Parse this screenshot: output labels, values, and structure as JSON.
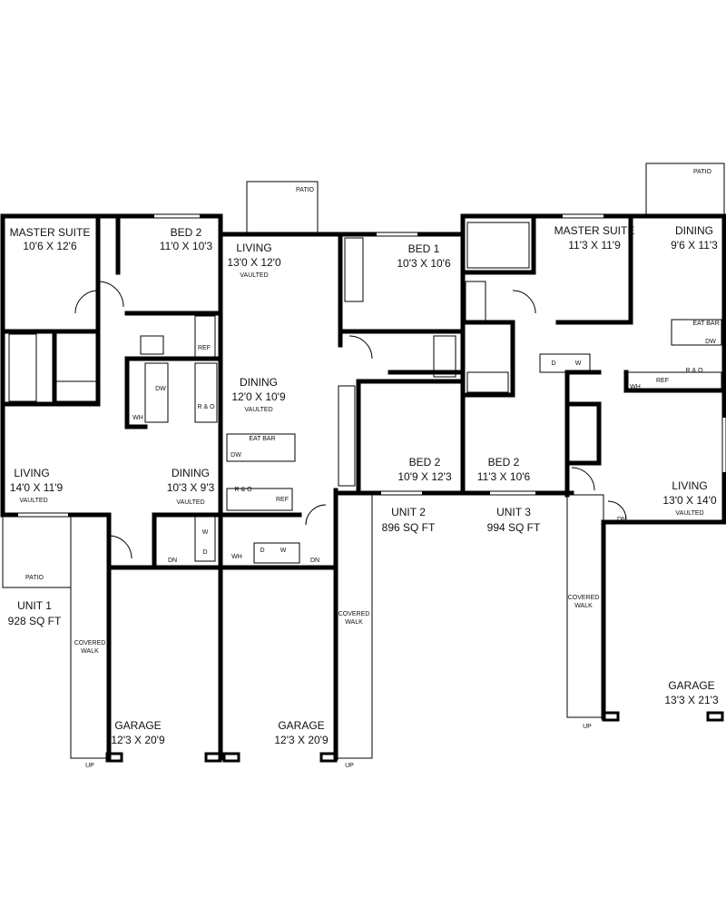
{
  "rooms": [
    {
      "name": "MASTER SUITE",
      "dims": "10'6 X 12'6"
    },
    {
      "name": "BED 2",
      "dims": "11'0 X 10'3"
    },
    {
      "name": "LIVING",
      "dims": "13'0 X 12'0",
      "note": "VAULTED"
    },
    {
      "name": "DINING",
      "dims": "12'0 X 10'9",
      "note": "VAULTED"
    },
    {
      "name": "LIVING",
      "dims": "14'0 X 11'9",
      "note": "VAULTED"
    },
    {
      "name": "DINING",
      "dims": "10'3 X 9'3",
      "note": "VAULTED"
    },
    {
      "name": "BED 1",
      "dims": "10'3 X 10'6"
    },
    {
      "name": "MASTER SUITE",
      "dims": "11'3 X 11'9"
    },
    {
      "name": "DINING",
      "dims": "9'6 X 11'3"
    },
    {
      "name": "BED 2",
      "dims": "10'9 X 12'3"
    },
    {
      "name": "BED 2",
      "dims": "11'3 X 10'6"
    },
    {
      "name": "LIVING",
      "dims": "13'0 X 14'0",
      "note": "VAULTED"
    },
    {
      "name": "GARAGE",
      "dims": "12'3 X 20'9"
    },
    {
      "name": "GARAGE",
      "dims": "12'3 X 20'9"
    },
    {
      "name": "GARAGE",
      "dims": "13'3 X 21'3"
    }
  ],
  "units": [
    {
      "name": "UNIT 1",
      "area": "928 SQ FT"
    },
    {
      "name": "UNIT 2",
      "area": "896 SQ FT"
    },
    {
      "name": "UNIT 3",
      "area": "994 SQ FT"
    }
  ],
  "labels": {
    "patio": "PATIO",
    "covered": "COVERED",
    "walk": "WALK",
    "up": "UP",
    "dn": "DN",
    "eat_bar": "EAT BAR",
    "dw": "DW",
    "ro": "R & O",
    "ref": "REF",
    "wh": "WH",
    "d": "D",
    "w": "W"
  }
}
